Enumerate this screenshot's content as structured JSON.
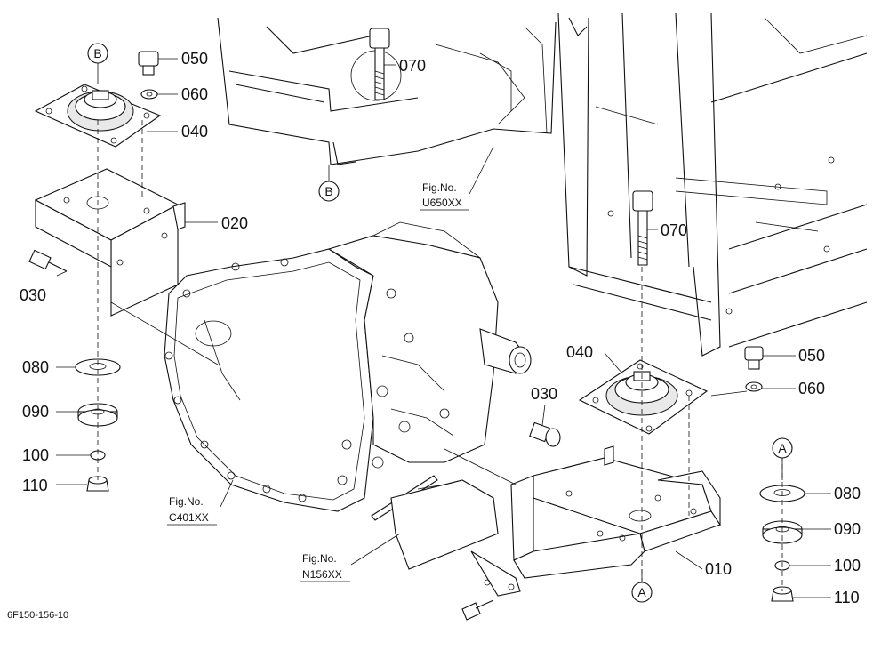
{
  "diagram": {
    "drawing_code": "6F150-156-10",
    "part_labels": {
      "p050a": "050",
      "p060a": "060",
      "p040a": "040",
      "p020": "020",
      "p030a": "030",
      "p080a": "080",
      "p090a": "090",
      "p100a": "100",
      "p110a": "110",
      "p070a": "070",
      "p070b": "070",
      "p050b": "050",
      "p060b": "060",
      "p040b": "040",
      "p030b": "030",
      "p010": "010",
      "p080b": "080",
      "p090b": "090",
      "p100b": "100",
      "p110b": "110"
    },
    "markers": {
      "ba": "B",
      "bb": "B",
      "aa": "A",
      "ab": "A"
    },
    "fig_refs": {
      "u650": {
        "title": "Fig.No.",
        "code": "U650XX"
      },
      "c401": {
        "title": "Fig.No.",
        "code": "C401XX"
      },
      "n156": {
        "title": "Fig.No.",
        "code": "N156XX"
      }
    }
  }
}
